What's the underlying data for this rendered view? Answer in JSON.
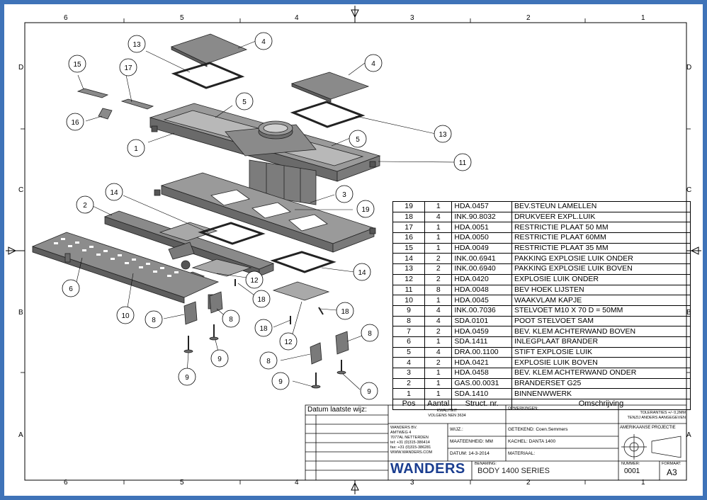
{
  "zones_top": [
    "6",
    "5",
    "4",
    "3",
    "2",
    "1"
  ],
  "zones_side": [
    "D",
    "C",
    "B",
    "A"
  ],
  "bom": {
    "headers": {
      "pos": "Pos",
      "qty": "Aantal",
      "part": "Struct. nr.",
      "desc": "Omschrijving"
    },
    "rows": [
      {
        "pos": "19",
        "qty": "1",
        "part": "HDA.0457",
        "desc": "BEV.STEUN LAMELLEN"
      },
      {
        "pos": "18",
        "qty": "4",
        "part": "INK.90.8032",
        "desc": "DRUKVEER EXPL.LUIK"
      },
      {
        "pos": "17",
        "qty": "1",
        "part": "HDA.0051",
        "desc": "RESTRICTIE PLAAT 50 MM"
      },
      {
        "pos": "16",
        "qty": "1",
        "part": "HDA.0050",
        "desc": "RESTRICTIE PLAAT 60MM"
      },
      {
        "pos": "15",
        "qty": "1",
        "part": "HDA.0049",
        "desc": "RESTRICTIE PLAAT 35 MM"
      },
      {
        "pos": "14",
        "qty": "2",
        "part": "INK.00.6941",
        "desc": "PAKKING EXPLOSIE LUIK ONDER"
      },
      {
        "pos": "13",
        "qty": "2",
        "part": "INK.00.6940",
        "desc": "PAKKING EXPLOSIE LUIK BOVEN"
      },
      {
        "pos": "12",
        "qty": "2",
        "part": "HDA.0420",
        "desc": "EXPLOSIE LUIK ONDER"
      },
      {
        "pos": "11",
        "qty": "8",
        "part": "HDA.0048",
        "desc": "BEV HOEK LIJSTEN"
      },
      {
        "pos": "10",
        "qty": "1",
        "part": "HDA.0045",
        "desc": "WAAKVLAM KAPJE"
      },
      {
        "pos": "9",
        "qty": "4",
        "part": "INK.00.7036",
        "desc": "STELVOET M10 X 70 D = 50MM"
      },
      {
        "pos": "8",
        "qty": "4",
        "part": "SDA.0101",
        "desc": "POOT STELVOET SAM"
      },
      {
        "pos": "7",
        "qty": "2",
        "part": "HDA.0459",
        "desc": "BEV. KLEM ACHTERWAND BOVEN"
      },
      {
        "pos": "6",
        "qty": "1",
        "part": "SDA.1411",
        "desc": "INLEGPLAAT BRANDER"
      },
      {
        "pos": "5",
        "qty": "4",
        "part": "DRA.00.1100",
        "desc": "STIFT EXPLOSIE LUIK"
      },
      {
        "pos": "4",
        "qty": "2",
        "part": "HDA.0421",
        "desc": "EXPLOSIE LUIK BOVEN"
      },
      {
        "pos": "3",
        "qty": "1",
        "part": "HDA.0458",
        "desc": "BEV. KLEM ACHTERWAND ONDER"
      },
      {
        "pos": "2",
        "qty": "1",
        "part": "GAS.00.0031",
        "desc": "BRANDERSET G25"
      },
      {
        "pos": "1",
        "qty": "1",
        "part": "SDA.1410",
        "desc": "BINNENWWERK"
      }
    ]
  },
  "title_block": {
    "revision_label": "Datum laatste wijz:",
    "quality_line1": "KWALITEIT",
    "quality_line2": "VOLGENS NEN 3634",
    "remarks_label": "OPMERKINGEN:",
    "tolerance_line1": "TOLERANTIES +/- 0,2MM",
    "tolerance_line2": "TENZIJ ANDERS AANGEGEVEN",
    "company_lines": [
      "WANDERS BV.",
      "AMTWEG 4",
      "7077AL NETTERDEN",
      "tel: +31 (0)315-386414",
      "fax: +31 (0)315-386281",
      "WWW.WANDERS.COM"
    ],
    "wijz_label": "WIJZ.:",
    "drawn_by": "GETEKEND: Coen.Semmers",
    "unit": "MAATEENHEID: MM",
    "kachel": "KACHEL: DANTA 1400",
    "date": "DATUM: 14-3-2014",
    "material": "MATERIAAL:",
    "projection": "AMERIKAANSE PROJECTIE",
    "logo": "WANDERS",
    "benaming_label": "BENAMING:",
    "benaming": "BODY 1400 SERIES",
    "number_label": "NUMMER:",
    "number": "0001",
    "format_label": "FORMAAT:",
    "format": "A3"
  },
  "balloons": [
    "1",
    "2",
    "3",
    "4",
    "4",
    "5",
    "5",
    "6",
    "8",
    "8",
    "8",
    "8",
    "9",
    "9",
    "9",
    "9",
    "10",
    "11",
    "12",
    "12",
    "13",
    "13",
    "14",
    "14",
    "15",
    "16",
    "17",
    "18",
    "18",
    "18",
    "19"
  ],
  "colors": {
    "frame_bg": "#3f73b8",
    "part_fill": "#8a8a8a",
    "part_dark": "#5e5e5e",
    "part_light": "#b8b8b8"
  }
}
